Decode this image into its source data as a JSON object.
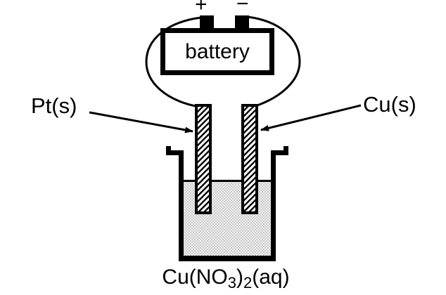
{
  "diagram_type": "electrolytic-cell",
  "battery": {
    "label": "battery",
    "positive_terminal_sign": "+",
    "negative_terminal_sign": "−"
  },
  "electrodes": {
    "left_label": "Pt(s)",
    "right_label": "Cu(s)"
  },
  "solution": {
    "formula_main": "Cu(NO",
    "formula_sub1": "3",
    "formula_close": ")",
    "formula_sub2": "2",
    "formula_state": "(aq)"
  },
  "colors": {
    "line": "#000000",
    "background": "#ffffff",
    "solution_checker_light": "#f0f0f0",
    "solution_checker_dark": "#cccccc",
    "electrode_fill": "#ffffff"
  }
}
